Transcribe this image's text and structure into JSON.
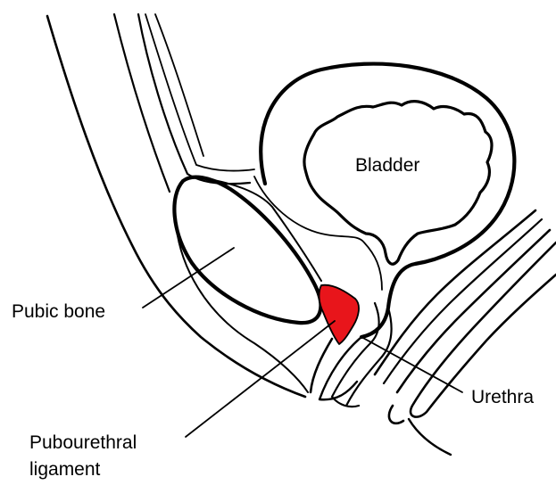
{
  "labels": {
    "bladder": "Bladder",
    "pubic_bone": "Pubic bone",
    "urethra": "Urethra",
    "pubourethral_line1": "Pubourethral",
    "pubourethral_line2": "ligament"
  },
  "colors": {
    "ligament": "#e8151b",
    "outline": "#000000",
    "background": "#ffffff"
  }
}
